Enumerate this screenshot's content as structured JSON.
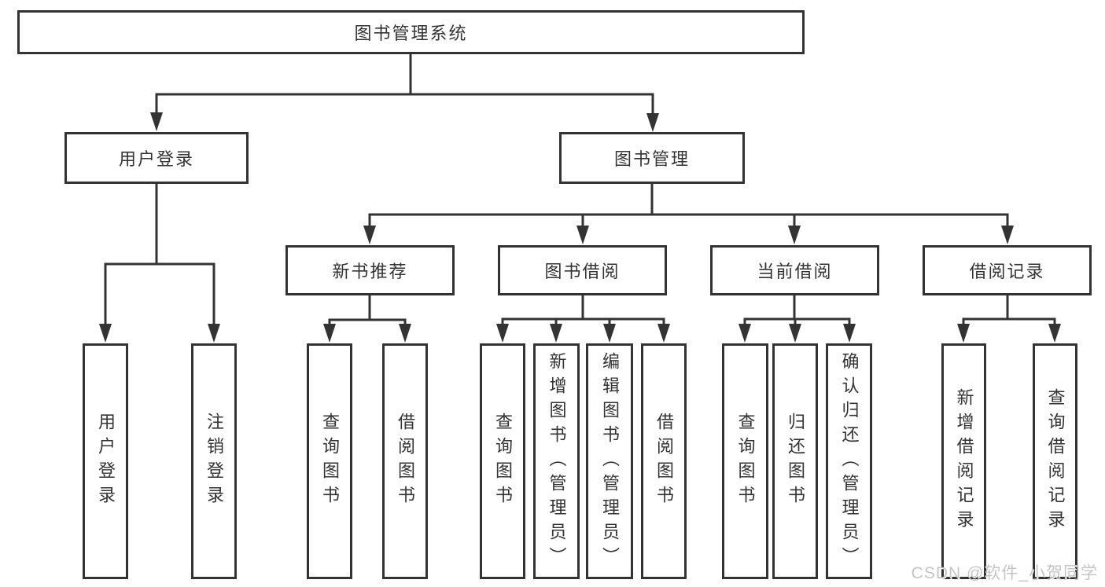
{
  "diagram": {
    "title": "图书管理系统",
    "colors": {
      "line": "#333333",
      "box_border": "#333333",
      "box_background": "#ffffff",
      "text": "#333333",
      "background": "#ffffff",
      "watermark_text": "#c5c5c5"
    },
    "root": {
      "label": "图书管理系统"
    },
    "level2": {
      "user_login": {
        "label": "用户登录"
      },
      "book_management": {
        "label": "图书管理"
      }
    },
    "level3": {
      "new_book_recommend": {
        "label": "新书推荐"
      },
      "book_borrow": {
        "label": "图书借阅"
      },
      "current_borrow": {
        "label": "当前借阅"
      },
      "borrow_records": {
        "label": "借阅记录"
      }
    },
    "leaves": {
      "user_login": {
        "label": "用户登录"
      },
      "logout": {
        "label": "注销登录"
      },
      "recommend_query_books": {
        "label": "查询图书"
      },
      "recommend_borrow_books": {
        "label": "借阅图书"
      },
      "borrow_query_books": {
        "label": "查询图书"
      },
      "borrow_add_books_admin": {
        "label": "新增图书（管理员）"
      },
      "borrow_edit_books_admin": {
        "label": "编辑图书（管理员）"
      },
      "borrow_borrow_books": {
        "label": "借阅图书"
      },
      "current_query_books": {
        "label": "查询图书"
      },
      "current_return_books": {
        "label": "归还图书"
      },
      "current_confirm_return_admin": {
        "label": "确认归还（管理员）"
      },
      "records_add_record": {
        "label": "新增借阅记录"
      },
      "records_query_record": {
        "label": "查询借阅记录"
      }
    }
  },
  "watermark": {
    "text": "CSDN @软件_小贺同学"
  }
}
